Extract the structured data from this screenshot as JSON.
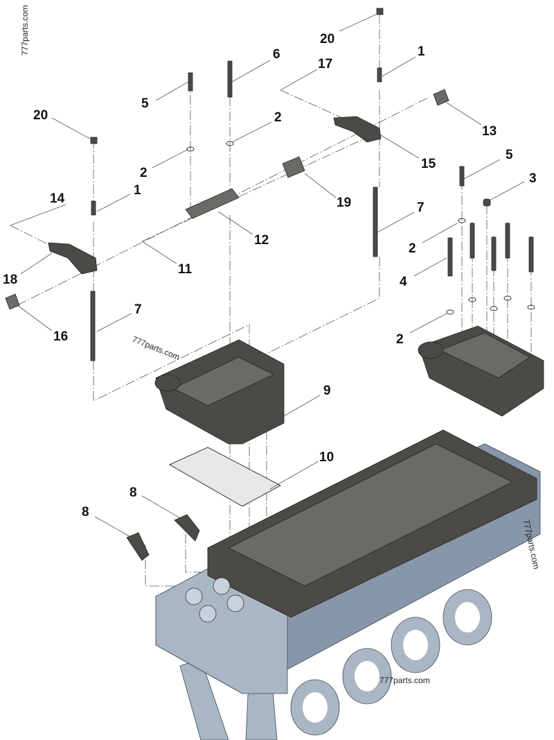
{
  "watermarks": [
    "777parts.com",
    "777parts.com",
    "777parts.com",
    "777parts.com"
  ],
  "callouts": [
    "20",
    "1",
    "6",
    "17",
    "5",
    "2",
    "13",
    "15",
    "20",
    "2",
    "19",
    "14",
    "1",
    "12",
    "11",
    "18",
    "16",
    "7",
    "7",
    "5",
    "3",
    "2",
    "4",
    "2",
    "9",
    "10",
    "8",
    "8"
  ]
}
